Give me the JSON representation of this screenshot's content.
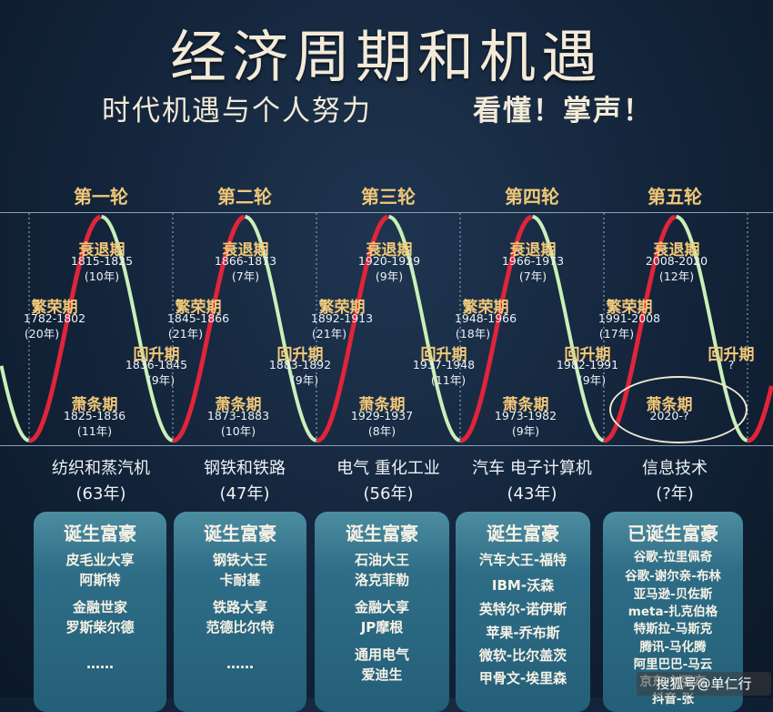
{
  "title": "经济周期和机遇",
  "subtitle": "时代机遇与个人努力",
  "subtitle2": "看懂！掌声！",
  "rounds": [
    {
      "label": "第一轮",
      "recession": {
        "name": "衰退期",
        "years": "1815-1825",
        "dur": "(10年)"
      },
      "prosperity": {
        "name": "繁荣期",
        "years": "1782-1802",
        "dur": "(20年)"
      },
      "recovery": {
        "name": "回升期",
        "years": "1836-1845",
        "dur": "(9年)"
      },
      "depression": {
        "name": "萧条期",
        "years": "1825-1836",
        "dur": "(11年)"
      },
      "industry": "纺织和蒸汽机",
      "total": "(63年)",
      "card_title": "诞生富豪",
      "card_items": [
        "皮毛业大享",
        "阿斯特",
        "金融世家",
        "罗斯柴尔德",
        "……"
      ]
    },
    {
      "label": "第二轮",
      "recession": {
        "name": "衰退期",
        "years": "1866-1873",
        "dur": "(7年)"
      },
      "prosperity": {
        "name": "繁荣期",
        "years": "1845-1866",
        "dur": "(21年)"
      },
      "recovery": {
        "name": "回升期",
        "years": "1883-1892",
        "dur": "(9年)"
      },
      "depression": {
        "name": "萧条期",
        "years": "1873-1883",
        "dur": "(10年)"
      },
      "industry": "钢铁和铁路",
      "total": "(47年)",
      "card_title": "诞生富豪",
      "card_items": [
        "钢铁大王",
        "卡耐基",
        "铁路大享",
        "范德比尔特",
        "……"
      ]
    },
    {
      "label": "第三轮",
      "recession": {
        "name": "衰退期",
        "years": "1920-1929",
        "dur": "(9年)"
      },
      "prosperity": {
        "name": "繁荣期",
        "years": "1892-1913",
        "dur": "(21年)"
      },
      "recovery": {
        "name": "回升期",
        "years": "1937-1948",
        "dur": "(11年)"
      },
      "depression": {
        "name": "萧条期",
        "years": "1929-1937",
        "dur": "(8年)"
      },
      "industry": "电气 重化工业",
      "total": "(56年)",
      "card_title": "诞生富豪",
      "card_items": [
        "石油大王",
        "洛克菲勒",
        "金融大享",
        "JP摩根",
        "通用电气",
        "爱迪生"
      ]
    },
    {
      "label": "第四轮",
      "recession": {
        "name": "衰退期",
        "years": "1966-1973",
        "dur": "(7年)"
      },
      "prosperity": {
        "name": "繁荣期",
        "years": "1948-1966",
        "dur": "(18年)"
      },
      "recovery": {
        "name": "回升期",
        "years": "1982-1991",
        "dur": "(9年)"
      },
      "depression": {
        "name": "萧条期",
        "years": "1973-1982",
        "dur": "(9年)"
      },
      "industry": "汽车 电子计算机",
      "total": "(43年)",
      "card_title": "诞生富豪",
      "card_items": [
        "汽车大王-福特",
        "IBM-沃森",
        "英特尔-诺伊斯",
        "苹果-乔布斯",
        "微软-比尔盖茨",
        "甲骨文-埃里森"
      ]
    },
    {
      "label": "第五轮",
      "recession": {
        "name": "衰退期",
        "years": "2008-2020",
        "dur": "(12年)"
      },
      "prosperity": {
        "name": "繁荣期",
        "years": "1991-2008",
        "dur": "(17年)"
      },
      "recovery": {
        "name": "回升期",
        "years": "?",
        "dur": ""
      },
      "depression": {
        "name": "萧条期",
        "years": "2020-?",
        "dur": ""
      },
      "industry": "信息技术",
      "total": "(?年)",
      "card_title": "已诞生富豪",
      "card_items": [
        "谷歌-拉里佩奇",
        "谷歌-谢尔亲-布林",
        "亚马逊-贝佐斯",
        "meta-扎克伯格",
        "特斯拉-马斯克",
        "腾讯-马化腾",
        "阿里巴巴-马云",
        "京东-刘强东",
        "抖音-张"
      ]
    }
  ],
  "watermark": "搜狐号@单仁行",
  "colors": {
    "rise": "#e0243a",
    "fall": "#c9f0b8",
    "accent": "#f0c879"
  }
}
